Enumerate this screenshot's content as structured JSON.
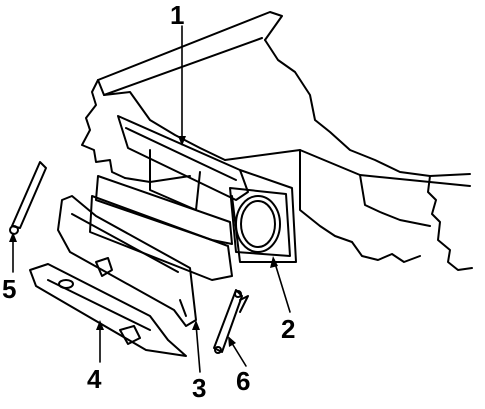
{
  "callouts": {
    "n1": "1",
    "n2": "2",
    "n3": "3",
    "n4": "4",
    "n5": "5",
    "n6": "6"
  },
  "colors": {
    "ink": "#000000",
    "paper": "#ffffff"
  }
}
